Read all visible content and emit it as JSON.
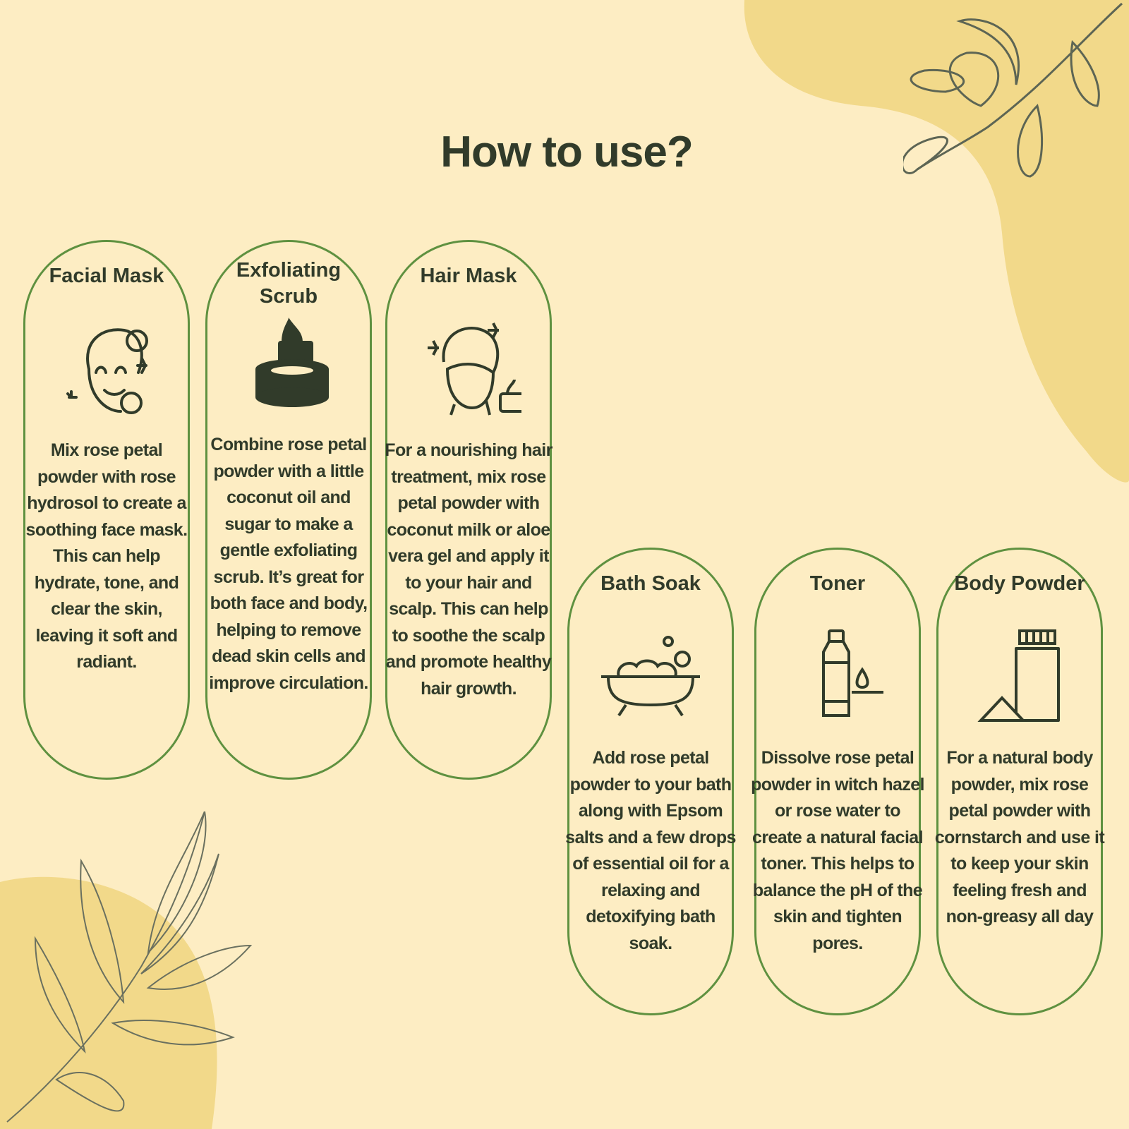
{
  "title": "How to use?",
  "colors": {
    "background": "#fdedc3",
    "blob": "#f2d98a",
    "border": "#5f9140",
    "text": "#313b2a"
  },
  "cards": [
    {
      "title": "Facial Mask",
      "icon": "face-mask-icon",
      "text": "Mix rose petal powder with rose hydrosol to create a soothing face mask. This can help hydrate, tone, and clear the skin, leaving it soft and radiant."
    },
    {
      "title": "Exfoliating Scrub",
      "icon": "scrub-jar-icon",
      "text": "Combine rose petal powder with a little coconut oil and sugar to make a gentle exfoliating scrub. It’s great for both face and body, helping to remove dead skin cells and improve circulation."
    },
    {
      "title": "Hair Mask",
      "icon": "hair-towel-icon",
      "text": "For a nourishing hair treatment, mix rose petal powder with coconut milk or aloe vera gel and apply it to your hair and scalp. This can help to soothe the scalp and promote healthy hair growth."
    },
    {
      "title": "Bath Soak",
      "icon": "bathtub-icon",
      "text": "Add rose petal powder to your bath along with Epsom salts and a few drops of essential oil for a relaxing and detoxifying bath soak."
    },
    {
      "title": "Toner",
      "icon": "toner-bottle-icon",
      "text": "Dissolve rose petal powder in witch hazel or rose water to create a natural facial toner. This helps to balance the pH of the skin and tighten pores."
    },
    {
      "title": "Body Powder",
      "icon": "powder-jar-icon",
      "text": "For a natural body powder, mix rose petal powder with cornstarch and use it to keep your skin feeling fresh and non-greasy all day"
    }
  ]
}
